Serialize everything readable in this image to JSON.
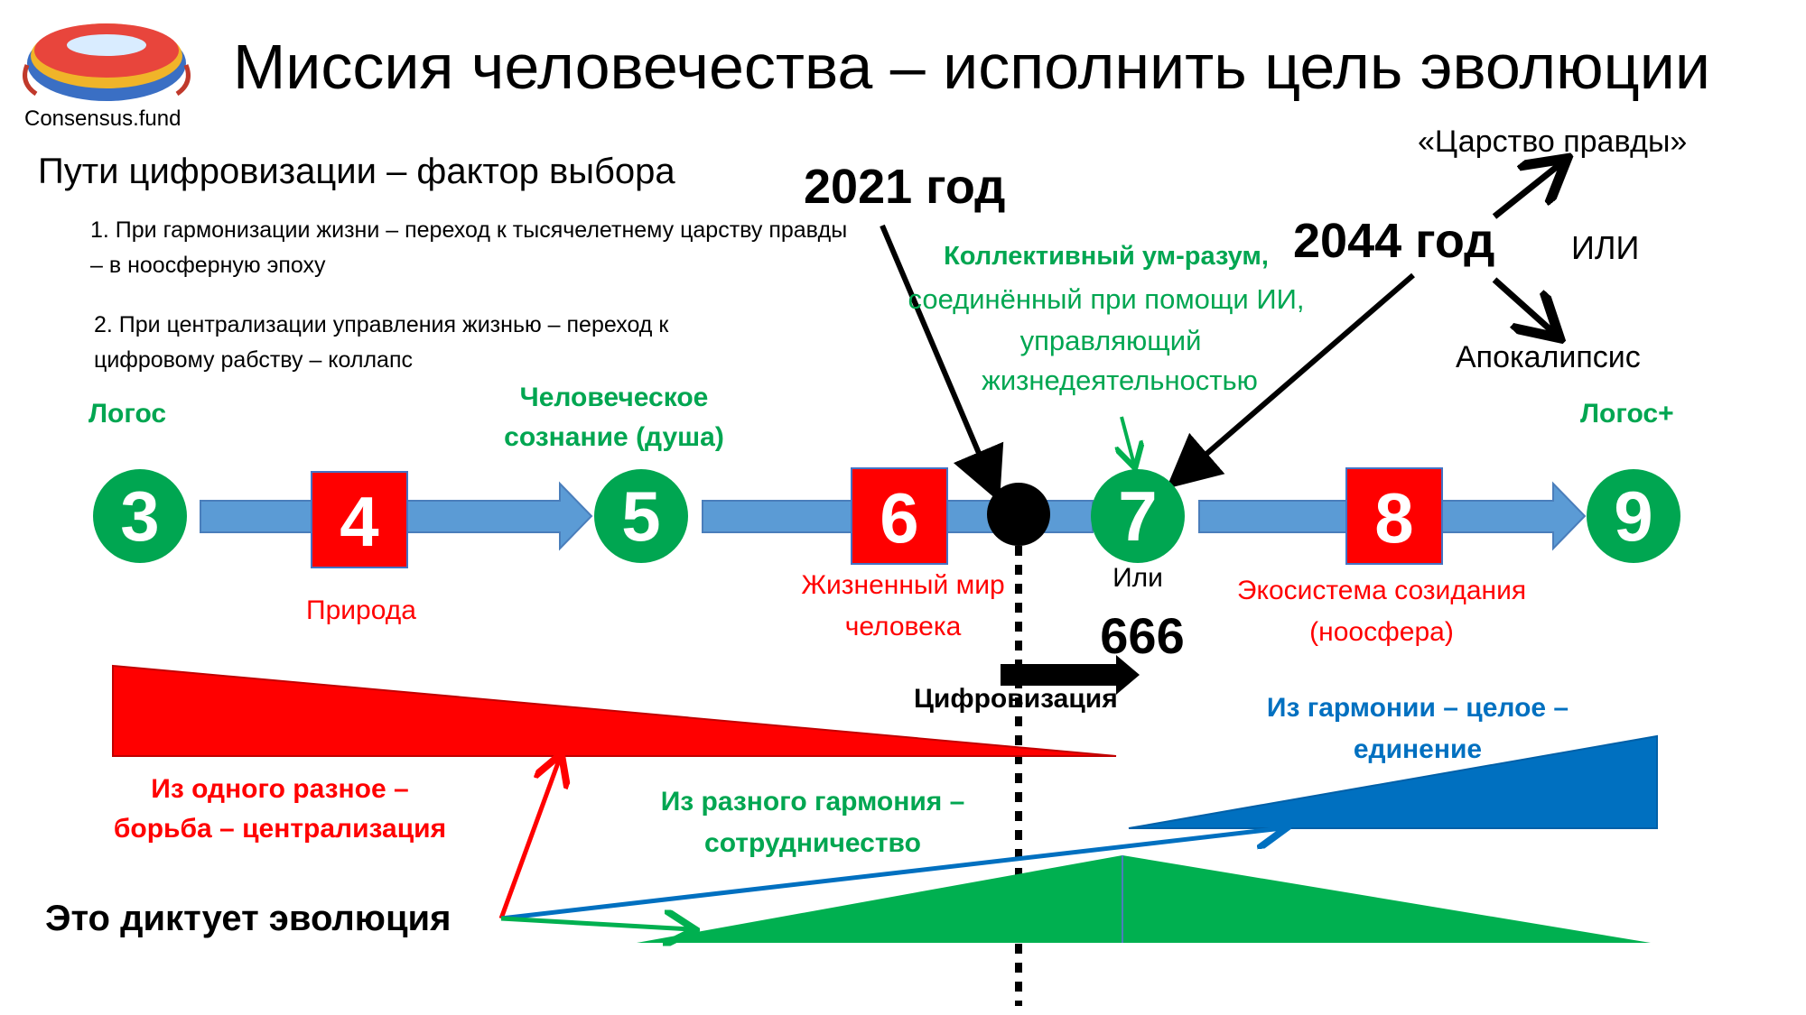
{
  "logo": {
    "caption": "Consensus.fund"
  },
  "title": "Миссия человечества – исполнить цель эволюции",
  "subtitle": "Пути цифровизации – фактор выбора",
  "points": {
    "p1": "1.    При гармонизации жизни – переход к тысячелетнему царству правды – в ноосферную эпоху",
    "p2": "2. При централизации управления жизнью – переход к цифровому рабству – коллапс"
  },
  "years": {
    "y2021": "2021 год",
    "y2044": "2044 год"
  },
  "outcomes": {
    "kingdom": "«Царство правды»",
    "or": "ИЛИ",
    "apocalypse": "Апокалипсис"
  },
  "collective": {
    "line1": "Коллективный ум-разум,",
    "line2": "соединённый при  помощи ИИ,",
    "line3": "управляющий",
    "line4": "жизнедеятельностью"
  },
  "labels": {
    "logos": "Логос",
    "logos_plus": "Логос+",
    "human_consciousness_1": "Человеческое",
    "human_consciousness_2": "сознание (душа)",
    "nature": "Природа",
    "life_world_1": "Жизненный мир",
    "life_world_2": "человека",
    "or_small": "Или",
    "n666": "666",
    "ecosystem_1": "Экосистема созидания",
    "ecosystem_2": "(ноосфера)",
    "digitalization": "Цифровизация"
  },
  "stages": [
    "3",
    "4",
    "5",
    "6",
    "7",
    "8",
    "9"
  ],
  "wedges": {
    "red_1": "Из одного разное –",
    "red_2": "борьба – централизация",
    "green_1": "Из разного гармония –",
    "green_2": "сотрудничество",
    "blue_1": "Из гармонии – целое –",
    "blue_2": "единение"
  },
  "evolution": "Это диктует эволюция",
  "colors": {
    "green": "#00a651",
    "red": "#ff0000",
    "blue": "#0070c0",
    "arrow_fill": "#5b9bd5"
  }
}
